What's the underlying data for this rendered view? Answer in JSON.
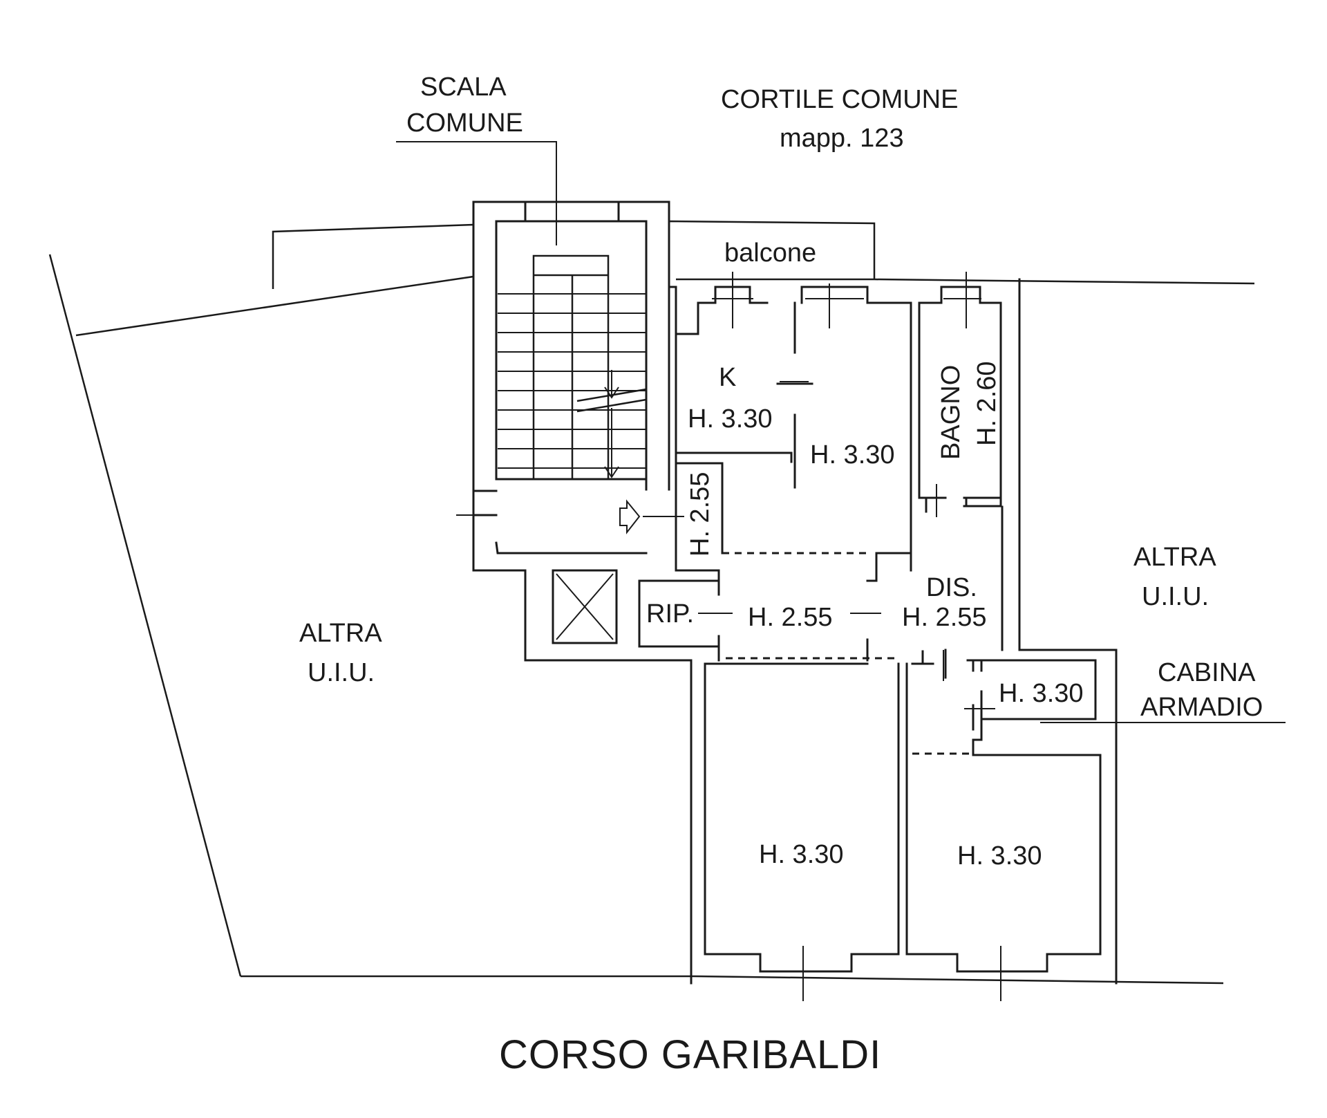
{
  "labels": {
    "scala_1": "SCALA",
    "scala_2": "COMUNE",
    "cortile_1": "CORTILE COMUNE",
    "cortile_2": "mapp. 123",
    "balcone": "balcone",
    "kitchen": "K",
    "kitchen_h": "H. 3.30",
    "living_h": "H. 3.30",
    "bagno": "BAGNO",
    "bagno_h": "H. 2.60",
    "closet_h": "H. 2.55",
    "rip": "RIP.",
    "rip_h": "H. 2.55",
    "dis": "DIS.",
    "dis_h": "H. 2.55",
    "altra_right_1": "ALTRA",
    "altra_right_2": "U.I.U.",
    "altra_left_1": "ALTRA",
    "altra_left_2": "U.I.U.",
    "cabina_1": "CABINA",
    "cabina_2": "ARMADIO",
    "cabina_h": "H. 3.30",
    "room_left_h": "H. 3.30",
    "room_right_h": "H. 3.30",
    "street": "CORSO GARIBALDI"
  }
}
